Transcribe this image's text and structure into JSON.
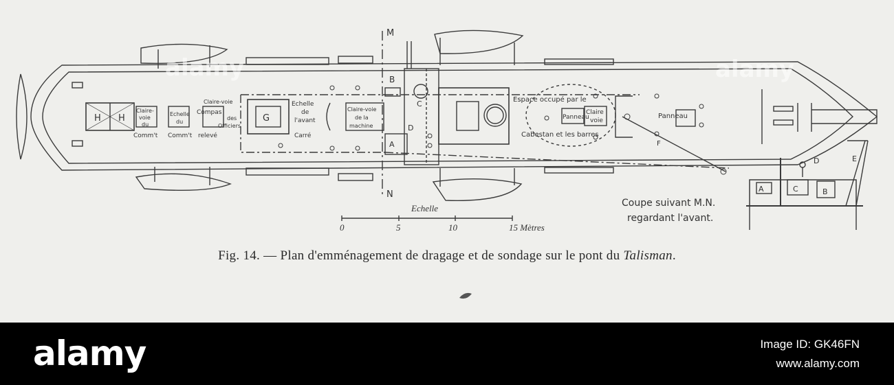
{
  "figure": {
    "caption_prefix": "Fig. 14. — Plan d'emménagement de dragage et de sondage sur le pont du ",
    "caption_ship": "Talisman",
    "caption_suffix": ".",
    "section_marks": {
      "top": "M",
      "bottom": "N"
    },
    "labels": {
      "h1": "H",
      "h2": "H",
      "g": "G",
      "claire_voie_commt_1": "Claire-",
      "claire_voie_commt_2": "voie",
      "claire_voie_commt_3": "du",
      "commt_1": "Comm't",
      "echelle_du_1": "Echelle",
      "echelle_du_2": "du",
      "commt_2": "Comm't",
      "claire_voie_officiers": "Claire-voie",
      "compas": "Compas",
      "des": "des",
      "officiers": "Officiers",
      "releve": "relevé",
      "echelle_avant_1": "Echelle",
      "echelle_avant_2": "de",
      "echelle_avant_3": "l'avant",
      "carre": "Carré",
      "claire_voie_machine_1": "Claire-voie",
      "claire_voie_machine_2": "de la",
      "claire_voie_machine_3": "machine",
      "b": "B",
      "c": "C",
      "d": "D",
      "a": "A",
      "espace": "Espace occupé par le",
      "panneau_1": "Panneau",
      "claire_voie_2_1": "Claire",
      "claire_voie_2_2": "voie",
      "cabestan": "Cabestan et les barres",
      "panneau_2": "Panneau",
      "f": "F"
    },
    "scale": {
      "title": "Echelle",
      "ticks": [
        "0",
        "5",
        "10",
        "15 Mètres"
      ]
    },
    "section_view": {
      "caption_line1": "Coupe suivant M.N.",
      "caption_line2": "regardant l'avant.",
      "labels": {
        "a": "A",
        "c": "C",
        "b": "B",
        "d": "D",
        "e": "E"
      }
    },
    "watermarks": [
      "alamy",
      "alamy"
    ]
  },
  "footer": {
    "brand": "alamy",
    "image_id": "Image ID: GK46FN",
    "url": "www.alamy.com"
  }
}
